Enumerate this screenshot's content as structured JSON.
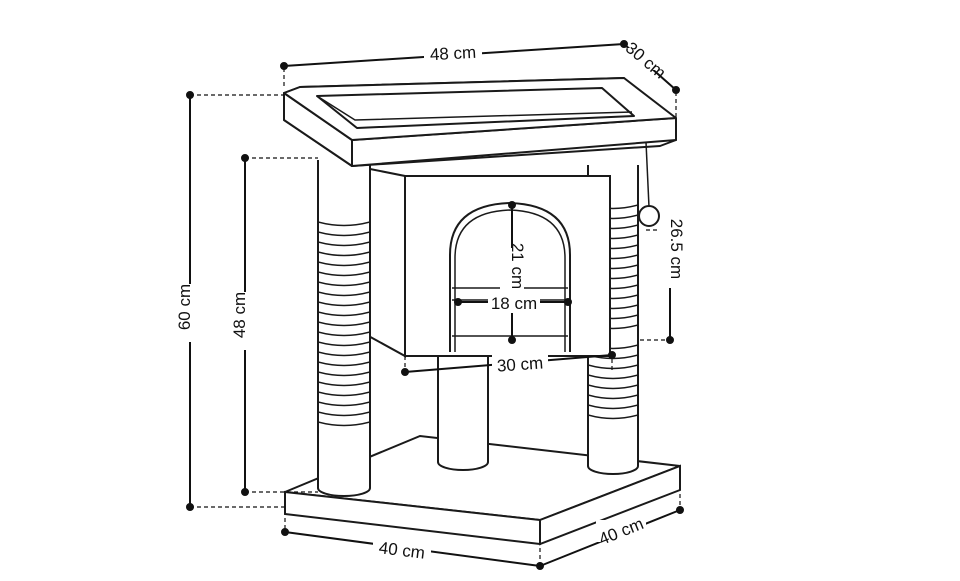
{
  "diagram": {
    "labels": {
      "top_width": "48 cm",
      "top_depth": "30 cm",
      "total_height": "60 cm",
      "house_height": "48 cm",
      "house_side_height": "26.5 cm",
      "door_height": "21 cm",
      "door_width": "18 cm",
      "house_width": "30 cm",
      "base_width": "40 cm",
      "base_depth": "40 cm"
    },
    "colors": {
      "line": "#1a1a1a",
      "dim": "#111111",
      "fill": "#ffffff"
    }
  }
}
